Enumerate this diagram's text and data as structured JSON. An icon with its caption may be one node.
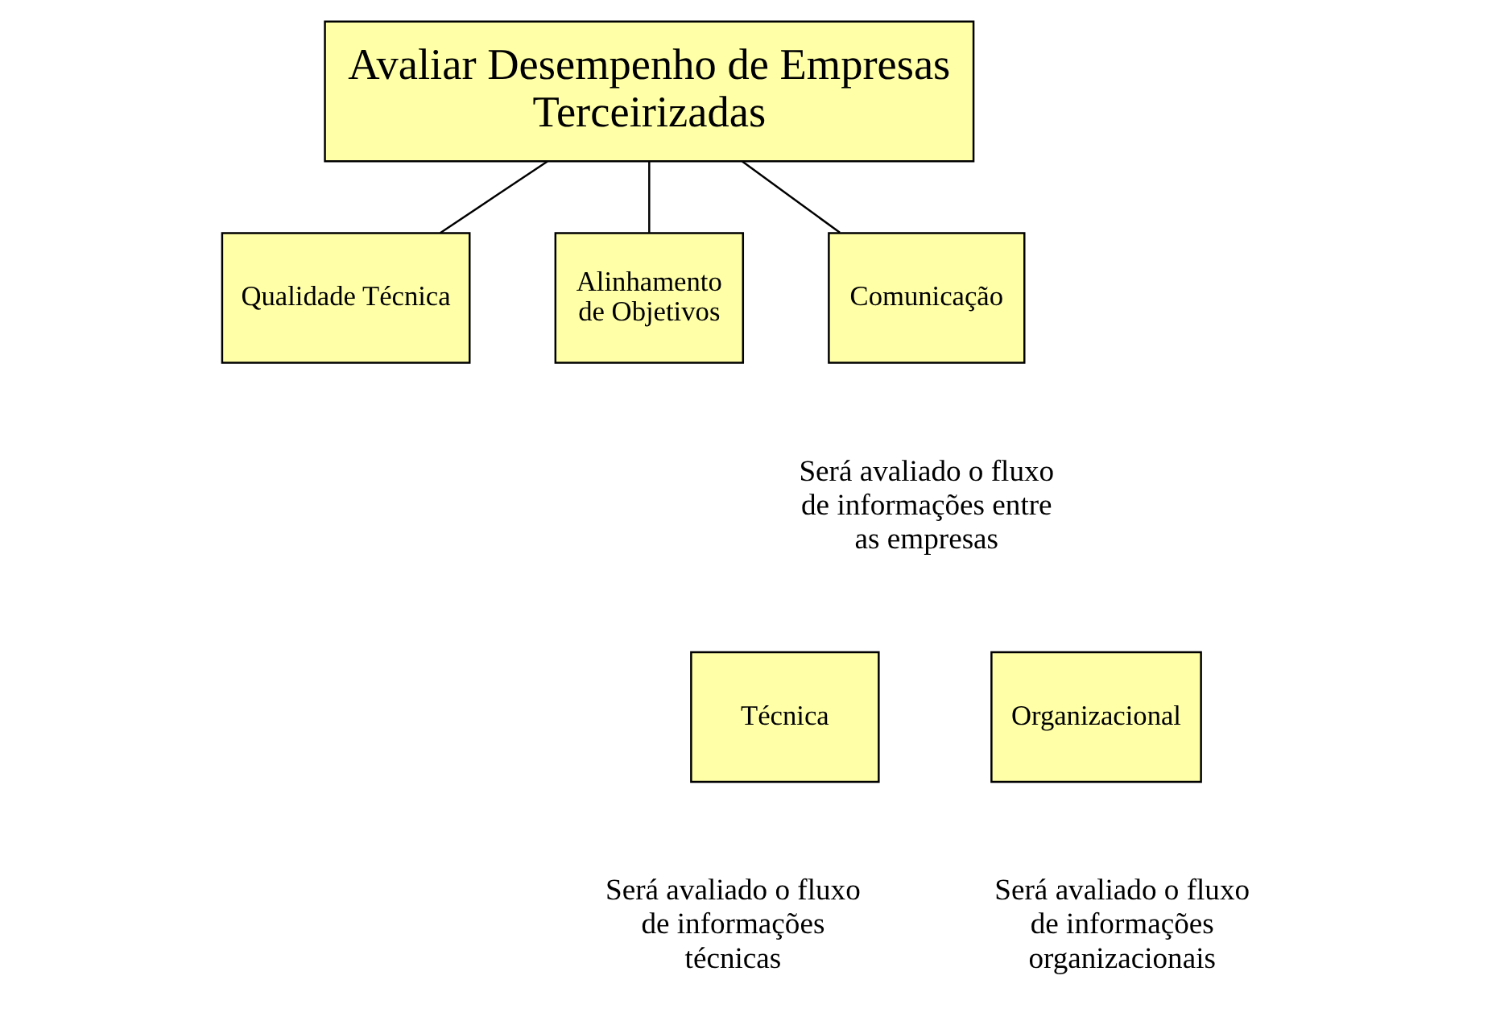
{
  "diagram": {
    "nodes": [
      {
        "text": [
          "Avaliar Desempenho de Empresas Terceirizadas"
        ]
      },
      {
        "text": [
          "Qualidade Técnica"
        ]
      },
      {
        "text": [
          "Alinhamento de Objetivos"
        ]
      },
      {
        "text": [
          "Comunicação"
        ],
        "beside": [
          "Será avaliado o fluxo de informações entre as empresas"
        ]
      },
      {
        "text": [
          "Técnica"
        ],
        "beside": [
          "Será avaliado o fluxo de informações técnicas"
        ]
      },
      {
        "text": [
          "Organizacional"
        ],
        "beside": [
          "Será avaliado o fluxo de informações organizacionais"
        ]
      }
    ],
    "edges": [
      {
        "from": 0,
        "to": 1,
        "arrow": "none"
      },
      {
        "from": 0,
        "to": 2,
        "arrow": "none"
      },
      {
        "from": 0,
        "to": 3,
        "arrow": "none"
      }
    ]
  }
}
